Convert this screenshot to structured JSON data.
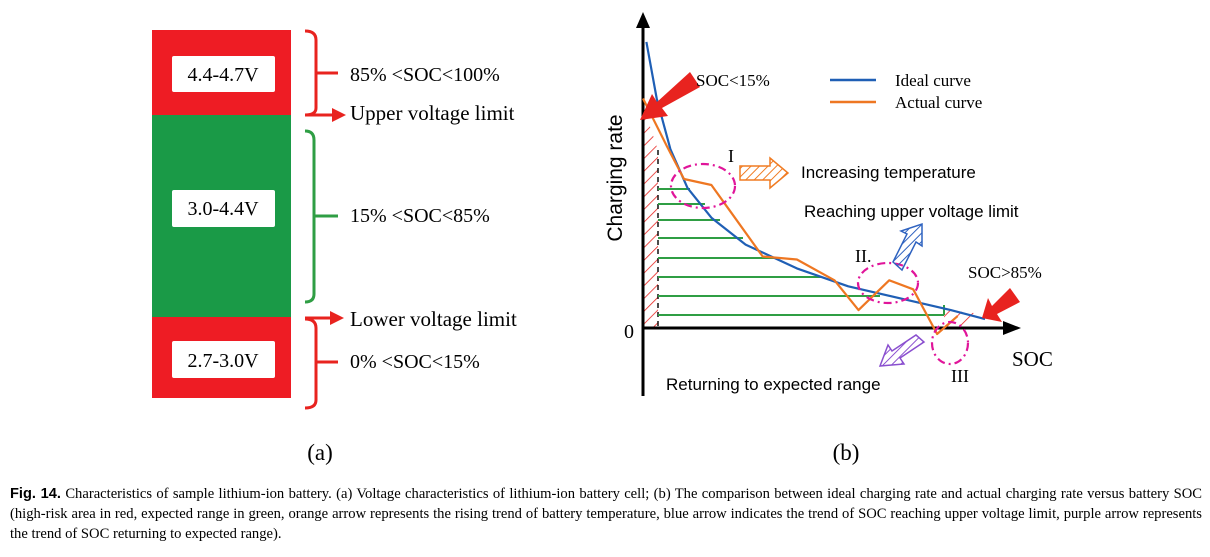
{
  "panel_a": {
    "bands": [
      {
        "range": "4.4-4.7V",
        "color": "#ee1c24",
        "soc_label": "85% <SOC<100%"
      },
      {
        "range": "3.0-4.4V",
        "color": "#1a9a47",
        "soc_label": "15% <SOC<85%"
      },
      {
        "range": "2.7-3.0V",
        "color": "#ee1c24",
        "soc_label": "0% <SOC<15%"
      }
    ],
    "upper_limit_label": "Upper voltage limit",
    "lower_limit_label": "Lower voltage limit",
    "sublabel": "(a)"
  },
  "panel_b": {
    "sublabel": "(b)",
    "ylabel": "Charging rate",
    "xlabel": "SOC",
    "origin_label": "0",
    "legend": {
      "ideal": "Ideal curve",
      "actual": "Actual curve"
    },
    "annotations": {
      "soc_low": "SOC<15%",
      "soc_high": "SOC>85%",
      "region_1": "I",
      "region_2": "II.",
      "region_3": "III",
      "temp": "Increasing temperature",
      "upper": "Reaching upper voltage limit",
      "returning": "Returning to expected range"
    },
    "colors": {
      "ideal": "#1f5fb5",
      "actual": "#ee7722",
      "high_risk": "#e8231f",
      "expected": "#2f9e44",
      "marker": "#e0159a",
      "temp_arrow": "#f07b22",
      "upper_arrow": "#2f63c0",
      "return_arrow": "#8a4fcf"
    }
  },
  "chart_data": {
    "type": "line",
    "xlabel": "SOC",
    "ylabel": "Charging rate",
    "x_ticks": [],
    "y_ticks": [
      "0"
    ],
    "series": [
      {
        "name": "Ideal curve",
        "x": [
          0.01,
          0.04,
          0.08,
          0.13,
          0.2,
          0.3,
          0.45,
          0.6,
          0.75,
          0.9,
          1.0
        ],
        "y": [
          0.96,
          0.77,
          0.6,
          0.47,
          0.37,
          0.28,
          0.2,
          0.14,
          0.1,
          0.06,
          0.03
        ]
      },
      {
        "name": "Actual curve",
        "x": [
          0.0,
          0.07,
          0.12,
          0.2,
          0.25,
          0.35,
          0.45,
          0.56,
          0.63,
          0.72,
          0.79,
          0.86,
          0.92
        ],
        "y": [
          0.77,
          0.61,
          0.5,
          0.48,
          0.4,
          0.24,
          0.23,
          0.16,
          0.06,
          0.16,
          0.13,
          -0.02,
          0.04
        ]
      }
    ],
    "grid": false,
    "legend_position": "top-right"
  },
  "caption": {
    "label": "Fig. 14.",
    "text": "Characteristics of sample lithium-ion battery. (a) Voltage characteristics of lithium-ion battery cell; (b) The comparison between ideal charging rate and actual charging rate versus battery SOC (high-risk area in red, expected range in green, orange arrow represents the rising trend of battery temperature, blue arrow indicates the trend of SOC reaching upper voltage limit, purple arrow represents the trend of SOC returning to expected range)."
  }
}
